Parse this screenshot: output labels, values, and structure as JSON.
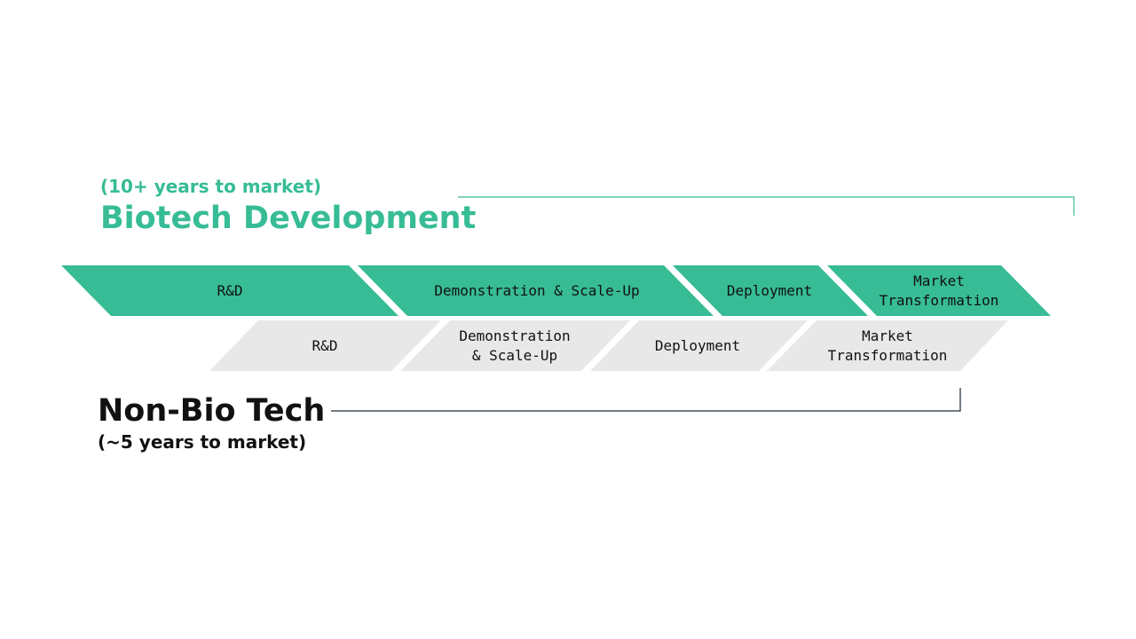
{
  "biotech": {
    "subtitle": "(10+ years to market)",
    "title": "Biotech Development",
    "stages": [
      {
        "line1": "R&D",
        "line2": ""
      },
      {
        "line1": "Demonstration & Scale-Up",
        "line2": ""
      },
      {
        "line1": "Deployment",
        "line2": ""
      },
      {
        "line1": "Market",
        "line2": "Transformation"
      }
    ]
  },
  "nonbio": {
    "title": "Non-Bio Tech",
    "subtitle": "(~5 years to market)",
    "stages": [
      {
        "line1": "R&D",
        "line2": ""
      },
      {
        "line1": "Demonstration",
        "line2": "& Scale-Up"
      },
      {
        "line1": "Deployment",
        "line2": ""
      },
      {
        "line1": "Market",
        "line2": "Transformation"
      }
    ]
  },
  "colors": {
    "green": "#37bc95",
    "gray": "#e8e8e8",
    "navy": "#1b2a3a"
  }
}
